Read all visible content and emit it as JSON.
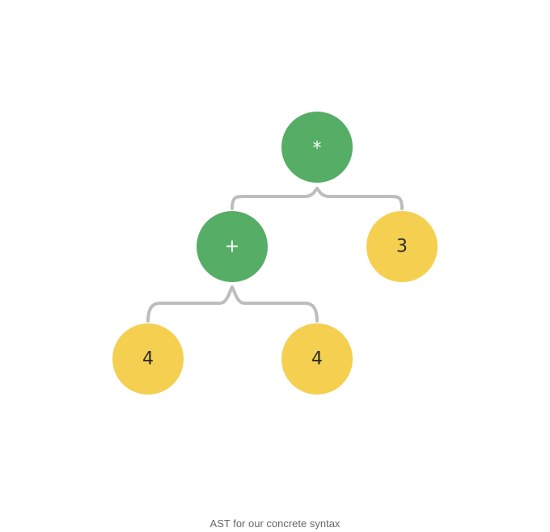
{
  "colors": {
    "operator_node": "#56ad66",
    "literal_node": "#f5cf50",
    "edge": "#bdbdbd"
  },
  "tree": {
    "root": {
      "label": "*",
      "kind": "operator",
      "left": {
        "label": "+",
        "kind": "operator",
        "left": {
          "label": "4",
          "kind": "literal"
        },
        "right": {
          "label": "4",
          "kind": "literal"
        }
      },
      "right": {
        "label": "3",
        "kind": "literal"
      }
    }
  },
  "caption": "AST for our concrete syntax"
}
